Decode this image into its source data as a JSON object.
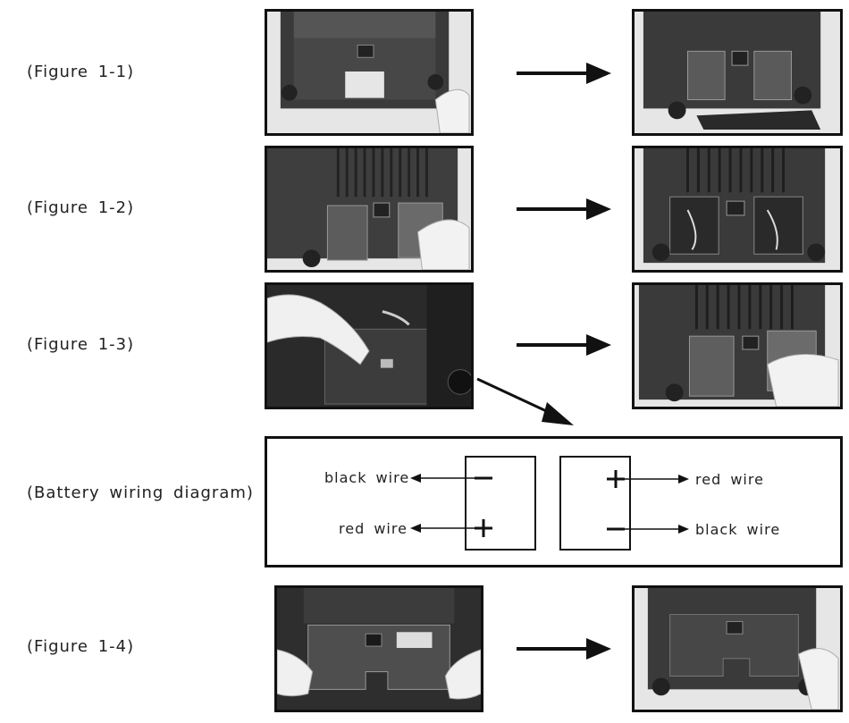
{
  "figures": [
    {
      "label": "(Figure 1-1)"
    },
    {
      "label": "(Figure 1-2)"
    },
    {
      "label": "(Figure 1-3)"
    },
    {
      "label": "(Figure 1-4)"
    }
  ],
  "wiring": {
    "label": "(Battery wiring  diagram)",
    "left_top": "black wire",
    "left_bottom": "red wire",
    "right_top": "red wire",
    "right_bottom": "black wire"
  }
}
